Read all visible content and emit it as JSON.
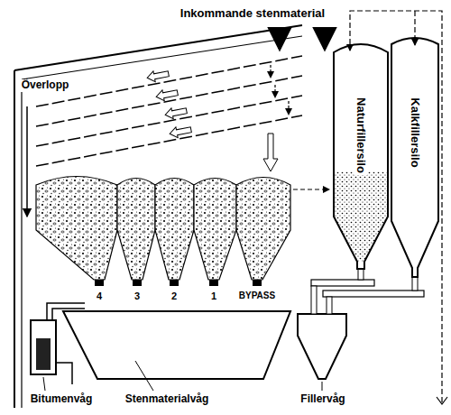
{
  "diagram": {
    "nodes": [
      {
        "text": [
          "Naturfillersilo"
        ]
      },
      {
        "text": [
          "Kalkfillersilo"
        ]
      }
    ],
    "labels": [
      "Inkommande stenmaterial",
      "Överlopp",
      "4",
      "3",
      "2",
      "1",
      "BYPASS",
      "Bitumenvåg",
      "Stenmaterialvåg",
      "Fillervåg"
    ]
  }
}
